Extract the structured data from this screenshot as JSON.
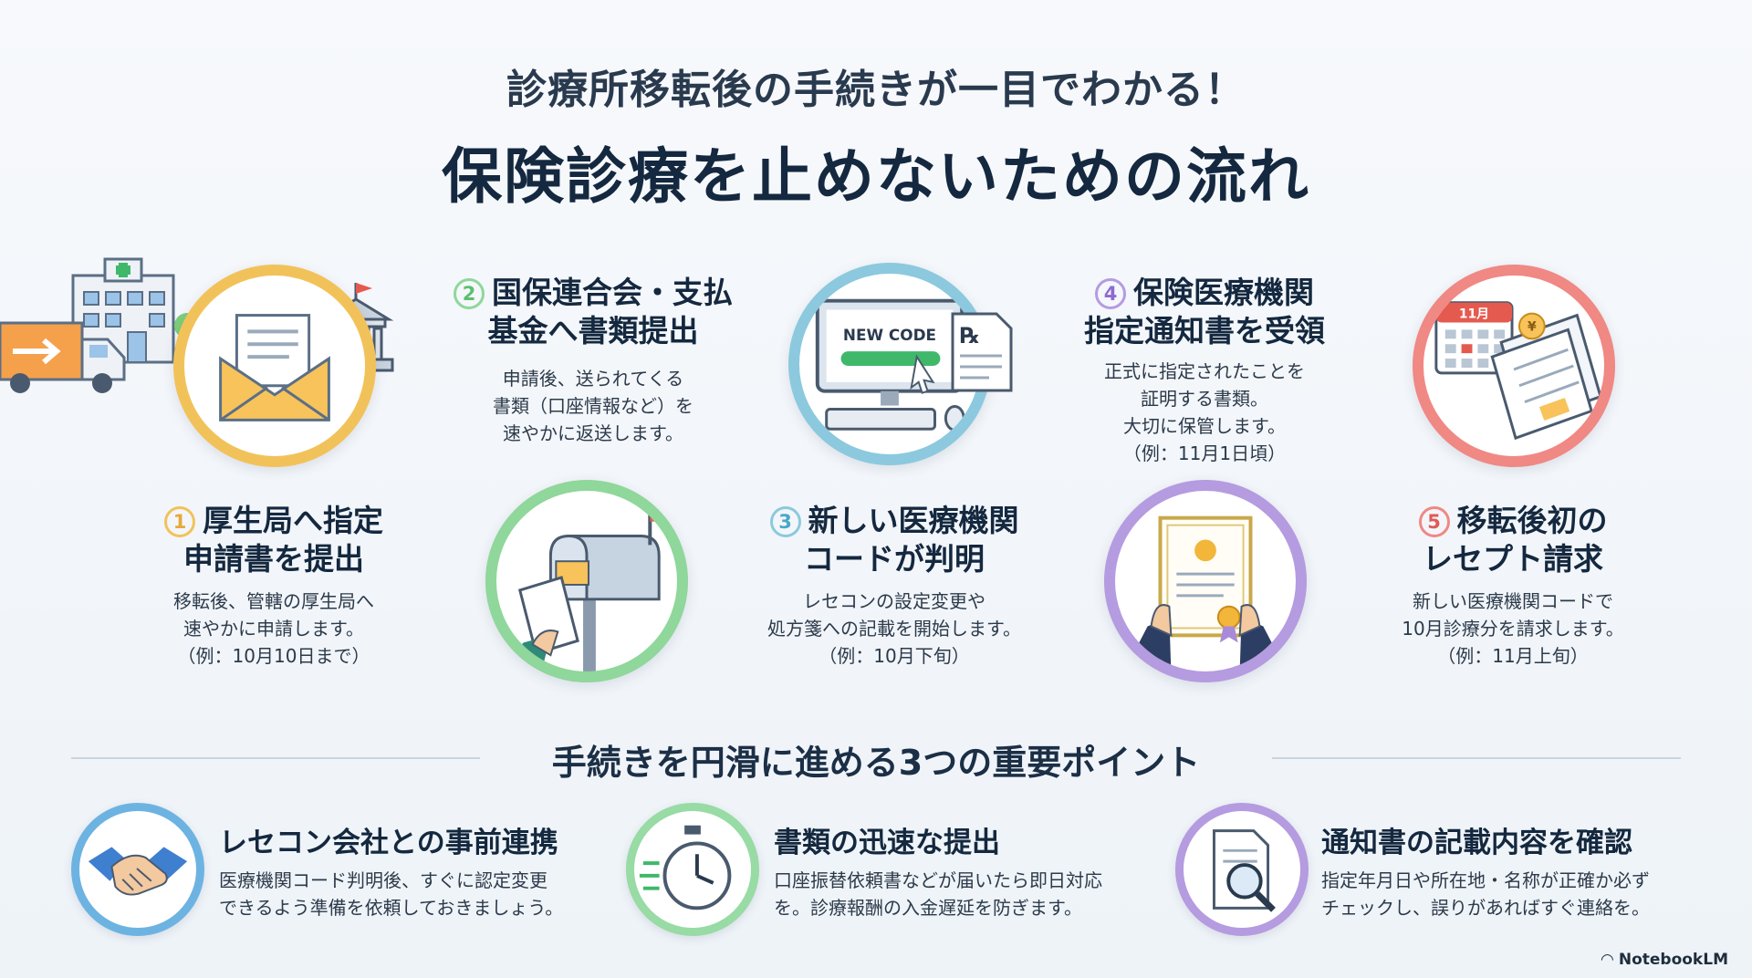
{
  "header": {
    "subtitle": "診療所移転後の手続きが一目でわかる！",
    "title": "保険診療を止めないための流れ"
  },
  "steps": [
    {
      "num": "1",
      "title_line1": "厚生局へ指定",
      "title_line2": "申請書を提出",
      "desc": [
        "移転後、管轄の厚生局へ",
        "速やかに申請します。",
        "（例：10月10日まで）"
      ],
      "color": "#f0b04a",
      "icon": "envelope-icon"
    },
    {
      "num": "2",
      "title_line1": "国保連合会・支払",
      "title_line2": "基金へ書類提出",
      "desc": [
        "申請後、送られてくる",
        "書類（口座情報など）を",
        "速やかに返送します。"
      ],
      "color": "#7fcf8a",
      "icon": "mailbox-icon"
    },
    {
      "num": "3",
      "title_line1": "新しい医療機関",
      "title_line2": "コードが判明",
      "desc": [
        "レセコンの設定変更や",
        "処方箋への記載を開始します。",
        "（例：10月下旬）"
      ],
      "color": "#74c2dc",
      "icon": "computer-icon",
      "screen_text": "NEW CODE"
    },
    {
      "num": "4",
      "title_line1": "保険医療機関",
      "title_line2": "指定通知書を受領",
      "desc": [
        "正式に指定されたことを",
        "証明する書類。",
        "大切に保管します。",
        "（例：11月1日頃）"
      ],
      "color": "#a98ad8",
      "icon": "certificate-icon"
    },
    {
      "num": "5",
      "title_line1": "移転後初の",
      "title_line2": "レセプト請求",
      "desc": [
        "新しい医療機関コードで",
        "10月診療分を請求します。",
        "（例：11月上旬）"
      ],
      "color": "#ef7a78",
      "icon": "calendar-receipt-icon",
      "calendar_label": "11月"
    }
  ],
  "points_title": "手続きを円滑に進める3つの重要ポイント",
  "points": [
    {
      "title": "レセコン会社との事前連携",
      "desc": [
        "医療機関コード判明後、すぐに認定変更",
        "できるよう準備を依頼しておきましょう。"
      ],
      "color": "#5aa7dc",
      "icon": "handshake-icon"
    },
    {
      "title": "書類の迅速な提出",
      "desc": [
        "口座振替依頼書などが届いたら即日対応",
        "を。診療報酬の入金遅延を防ぎます。"
      ],
      "color": "#8dd59a",
      "icon": "stopwatch-icon"
    },
    {
      "title": "通知書の記載内容を確認",
      "desc": [
        "指定年月日や所在地・名称が正確か必ず",
        "チェックし、誤りがあればすぐ連絡を。"
      ],
      "color": "#a98ad8",
      "icon": "magnifier-document-icon"
    }
  ],
  "brand": "NotebookLM"
}
